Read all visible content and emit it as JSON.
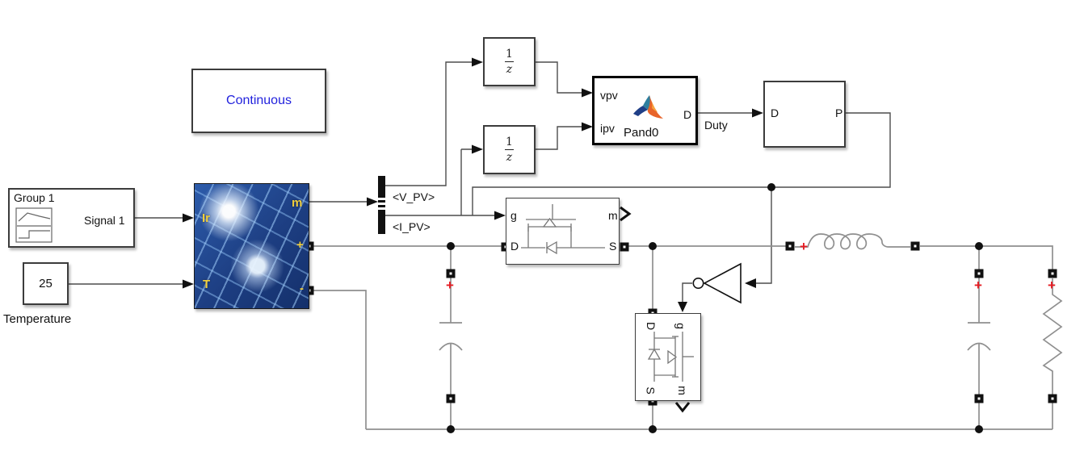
{
  "symbols": {
    "plus": "+"
  },
  "powergui": {
    "label": "Continuous"
  },
  "signal_builder": {
    "title": "Group 1",
    "signal_label": "Signal 1"
  },
  "constant": {
    "value": "25",
    "caption": "Temperature"
  },
  "pv_array": {
    "port_ir": "Ir",
    "port_t": "T",
    "port_m": "m",
    "port_plus": "+",
    "port_minus": "-"
  },
  "bus_selector": {
    "label_v": "<V_PV>",
    "label_i": "<I_PV>"
  },
  "unit_delay1": {
    "numerator": "1",
    "denominator": "z"
  },
  "unit_delay2": {
    "numerator": "1",
    "denominator": "z"
  },
  "mppt_function": {
    "input1": "vpv",
    "input2": "ipv",
    "output": "D",
    "name": "Pand0"
  },
  "duty_signal": {
    "label": "Duty"
  },
  "pwm_subsystem": {
    "input": "D",
    "output": "P"
  },
  "mosfet_top": {
    "gate": "g",
    "measure": "m",
    "drain": "D",
    "source": "S"
  },
  "mosfet_bottom": {
    "gate": "g",
    "measure": "m",
    "drain": "D",
    "source": "S"
  },
  "colors": {
    "powergui_text_blue": "#2222dd",
    "pv_label_yellow": "#f0cf3c",
    "polarity_red": "#e51c23",
    "signal_wire": "#4d4d4d",
    "electrical_wire": "#8f8f8f"
  }
}
